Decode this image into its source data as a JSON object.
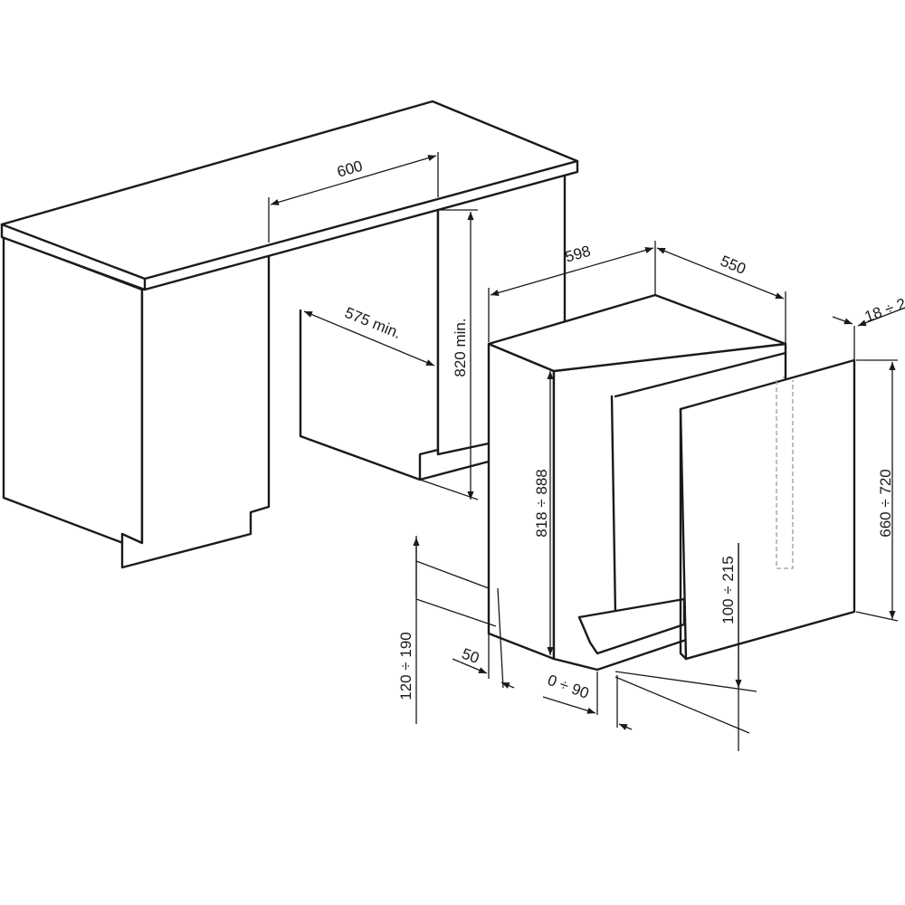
{
  "dimensions": {
    "top_width": "600",
    "cavity_depth": "575 min.",
    "cavity_height": "820 min.",
    "appliance_width": "598",
    "appliance_depth": "550",
    "panel_thickness": "18 ÷ 2",
    "panel_height": "660 ÷ 720",
    "appliance_height": "818 ÷ 888",
    "door_gap": "100 ÷ 215",
    "plinth_height": "120 ÷ 190",
    "plinth_offset": "50",
    "plinth_depth": "0 ÷ 90"
  }
}
